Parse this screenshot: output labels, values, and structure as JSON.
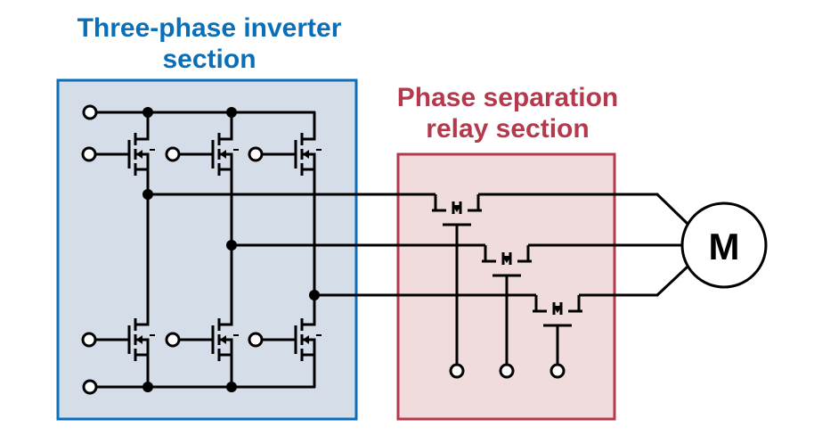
{
  "inverter": {
    "title_line1": "Three-phase inverter",
    "title_line2": "section",
    "color": "#0b6fb8",
    "fill": "#d5dde8"
  },
  "relay": {
    "title_line1": "Phase separation",
    "title_line2": "relay section",
    "color": "#b5394d",
    "fill": "#f0dcdc"
  },
  "motor": {
    "label": "M"
  }
}
